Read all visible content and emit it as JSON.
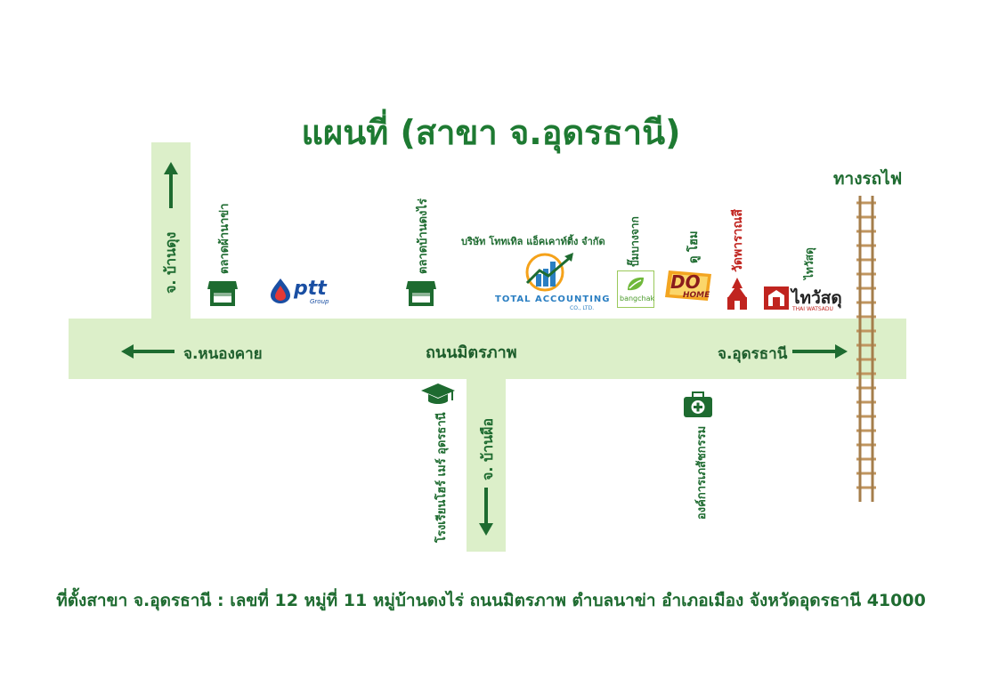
{
  "title": "แผนที่ (สาขา จ.อุดรธานี)",
  "railway_label": "ทางรถไฟ",
  "roads": {
    "main": "ถนนมิตรภาพ",
    "left_destination": "จ.หนองคาย",
    "right_destination": "จ.อุดรธานี",
    "north_branch": "จ. บ้านดุง",
    "south_branch": "จ. บ้านผือ"
  },
  "landmarks": {
    "market_1": "ตลาดผ้านาข่า",
    "market_2": "ตลาดบ้านดงไร่",
    "company": "บริษัท โททเทิล แอ็คเคาท์ติ้ง จำกัด",
    "company_logo_main": "TOTAL ACCOUNTING",
    "company_logo_sub": "CO., LTD.",
    "ptt": "ptt",
    "ptt_sub": "Group",
    "bangchak_label": "ปั๊มบางจาก",
    "bangchak_logo": "bangchak",
    "dohome_label": "ดู โฮม",
    "dohome_logo_do": "DO",
    "dohome_logo_home": "HOME",
    "temple": "วัดพาราณสี",
    "thaiwatsadu_label": "ไทวัสดุ",
    "thaiwatsadu_logo": "ไทวัสดุ",
    "thaiwatsadu_sub": "THAI WATSADU",
    "school": "โรงเรียนโฮร์ เมร์ อุดรธานี",
    "pharma": "องค์การเภสัชกรรม"
  },
  "address": "ที่ตั้งสาขา จ.อุดรธานี : เลขที่ 12 หมู่ที่ 11 หมู่บ้านดงไร่ ถนนมิตรภาพ ตำบลนาข่า อำเภอเมือง จังหวัดอุดรธานี 41000",
  "colors": {
    "road": "#dcefc9",
    "text_green": "#1e6b30",
    "title_green": "#1e7a32",
    "rail": "#b08a55"
  }
}
